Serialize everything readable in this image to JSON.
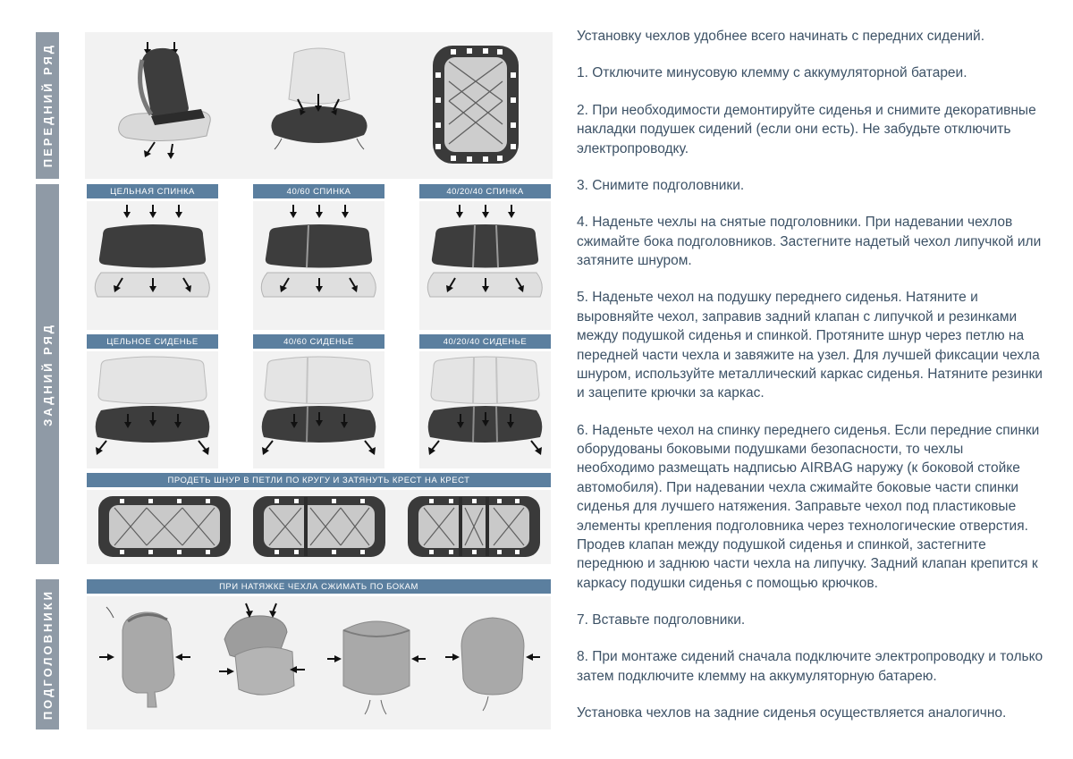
{
  "colors": {
    "label_blue": "#5b7f9f",
    "sidebar_gray": "#8f9aa6",
    "panel_gray": "#f2f2f2",
    "text_blue": "#3d5266",
    "illustration_dark": "#3d3d3d",
    "illustration_light": "#d9d9d9"
  },
  "sections": {
    "front_row": {
      "side_label": "ПЕРЕДНИЙ РЯД"
    },
    "back_row": {
      "side_label": "ЗАДНИЙ РЯД",
      "backrest_labels": [
        "ЦЕЛЬНАЯ СПИНКА",
        "40/60 СПИНКА",
        "40/20/40 СПИНКА"
      ],
      "cushion_labels": [
        "ЦЕЛЬНОЕ СИДЕНЬЕ",
        "40/60 СИДЕНЬЕ",
        "40/20/40 СИДЕНЬЕ"
      ],
      "lacing_label": "ПРОДЕТЬ ШНУР В ПЕТЛИ ПО КРУГУ И ЗАТЯНУТЬ КРЕСТ НА КРЕСТ"
    },
    "headrests": {
      "side_label": "ПОДГОЛОВНИКИ",
      "squeeze_label": "ПРИ НАТЯЖКЕ ЧЕХЛА СЖИМАТЬ ПО БОКАМ"
    }
  },
  "instructions": {
    "paragraphs": [
      "Установку чехлов удобнее всего начинать с передних сидений.",
      "1. Отключите минусовую клемму с аккумуляторной батареи.",
      "2. При необходимости демонтируйте сиденья и снимите декоративные накладки подушек сидений (если они есть). Не забудьте отключить электропроводку.",
      "3. Снимите подголовники.",
      "4. Наденьте чехлы на снятые подголовники. При надевании чехлов сжимайте бока подголовников. Застегните надетый чехол липучкой или затяните шнуром.",
      "5. Наденьте чехол на подушку переднего сиденья. Натяните и выровняйте чехол, заправив задний клапан с липучкой и резинками между подушкой сиденья и спинкой. Протяните шнур через петлю на передней части чехла и завяжите на узел. Для лучшей фиксации чехла шнуром, используйте металлический каркас сиденья. Натяните резинки и зацепите крючки за каркас.",
      "6. Наденьте чехол на спинку переднего сиденья. Если передние спинки оборудованы боковыми подушками безопасности, то чехлы необходимо размещать надписью AIRBAG наружу (к боковой стойке автомобиля). При надевании чехла сжимайте боковые части спинки сиденья для лучшего натяжения. Заправьте чехол под пластиковые элементы крепления подголовника через технологические отверстия. Продев клапан между подушкой сиденья и спинкой, застегните переднюю и заднюю части чехла на липучку. Задний клапан крепится к каркасу подушки сиденья с помощью крючков.",
      "7. Вставьте подголовники.",
      "8. При монтаже сидений сначала подключите электропроводку и только затем подключите клемму на аккумуляторную батарею.",
      "Установка чехлов на задние сиденья осуществляется аналогично."
    ]
  }
}
